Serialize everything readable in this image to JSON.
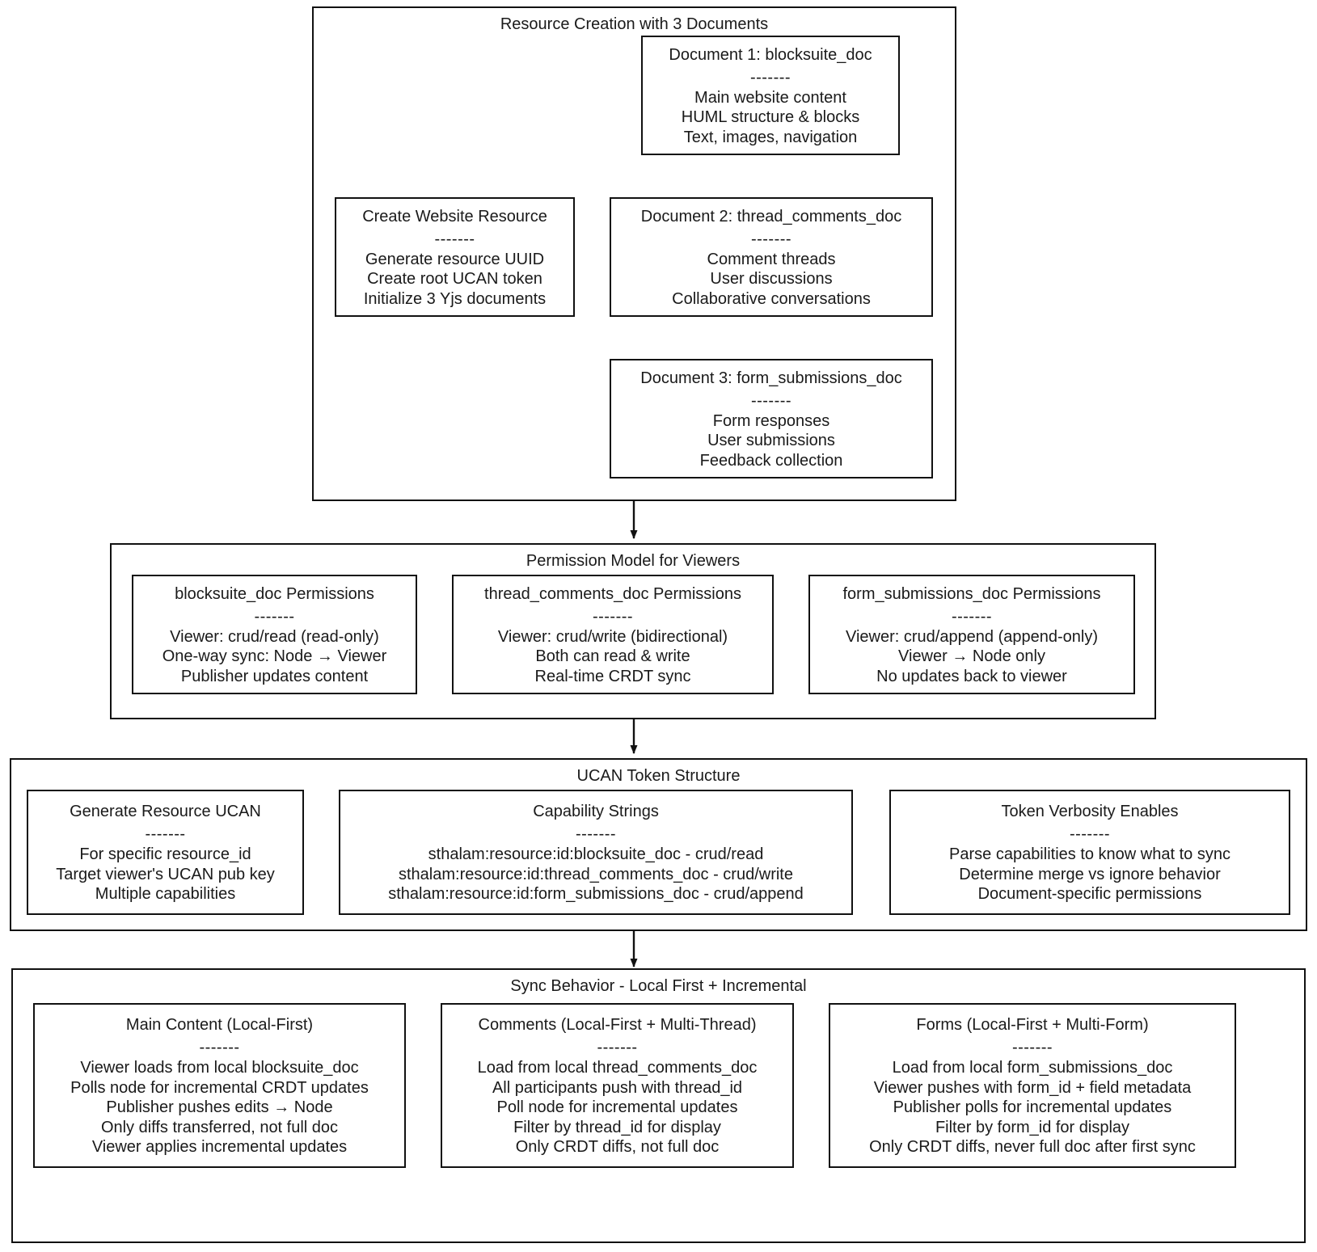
{
  "diagram": {
    "separator": "-------",
    "sections": [
      {
        "id": "resource-creation",
        "title": "Resource Creation with 3 Documents",
        "nodes": [
          {
            "id": "create-website-resource",
            "title": "Create Website Resource",
            "lines": [
              "Generate resource UUID",
              "Create root UCAN token",
              "Initialize 3 Yjs documents"
            ]
          },
          {
            "id": "document-1",
            "title": "Document 1: blocksuite_doc",
            "lines": [
              "Main website content",
              "HUML structure & blocks",
              "Text, images, navigation"
            ]
          },
          {
            "id": "document-2",
            "title": "Document 2: thread_comments_doc",
            "lines": [
              "Comment threads",
              "User discussions",
              "Collaborative conversations"
            ]
          },
          {
            "id": "document-3",
            "title": "Document 3: form_submissions_doc",
            "lines": [
              "Form responses",
              "User submissions",
              "Feedback collection"
            ]
          }
        ]
      },
      {
        "id": "permission-model",
        "title": "Permission Model for Viewers",
        "nodes": [
          {
            "id": "blocksuite-permissions",
            "title": "blocksuite_doc Permissions",
            "lines": [
              "Viewer: crud/read (read-only)",
              "One-way sync: Node → Viewer",
              "Publisher updates content"
            ]
          },
          {
            "id": "thread-comments-permissions",
            "title": "thread_comments_doc Permissions",
            "lines": [
              "Viewer: crud/write (bidirectional)",
              "Both can read & write",
              "Real-time CRDT sync"
            ]
          },
          {
            "id": "form-submissions-permissions",
            "title": "form_submissions_doc Permissions",
            "lines": [
              "Viewer: crud/append (append-only)",
              "Viewer → Node only",
              "No updates back to viewer"
            ]
          }
        ]
      },
      {
        "id": "ucan-token-structure",
        "title": "UCAN Token Structure",
        "nodes": [
          {
            "id": "generate-resource-ucan",
            "title": "Generate Resource UCAN",
            "lines": [
              "For specific resource_id",
              "Target viewer's UCAN pub key",
              "Multiple capabilities"
            ]
          },
          {
            "id": "capability-strings",
            "title": "Capability Strings",
            "lines": [
              "sthalam:resource:id:blocksuite_doc - crud/read",
              "sthalam:resource:id:thread_comments_doc - crud/write",
              "sthalam:resource:id:form_submissions_doc - crud/append"
            ]
          },
          {
            "id": "token-verbosity-enables",
            "title": "Token Verbosity Enables",
            "lines": [
              "Parse capabilities to know what to sync",
              "Determine merge vs ignore behavior",
              "Document-specific permissions"
            ]
          }
        ]
      },
      {
        "id": "sync-behavior",
        "title": "Sync Behavior - Local First + Incremental",
        "nodes": [
          {
            "id": "main-content-sync",
            "title": "Main Content (Local-First)",
            "lines": [
              "Viewer loads from local blocksuite_doc",
              "Polls node for incremental CRDT updates",
              "Publisher pushes edits → Node",
              "Only diffs transferred, not full doc",
              "Viewer applies incremental updates"
            ]
          },
          {
            "id": "comments-sync",
            "title": "Comments (Local-First + Multi-Thread)",
            "lines": [
              "Load from local thread_comments_doc",
              "All participants push with thread_id",
              "Poll node for incremental updates",
              "Filter by thread_id for display",
              "Only CRDT diffs, not full doc"
            ]
          },
          {
            "id": "forms-sync",
            "title": "Forms (Local-First + Multi-Form)",
            "lines": [
              "Load from local form_submissions_doc",
              "Viewer pushes with form_id + field metadata",
              "Publisher polls for incremental updates",
              "Filter by form_id for display",
              "Only CRDT diffs, never full doc after first sync"
            ]
          }
        ]
      }
    ],
    "colors": {
      "stroke": "#111111",
      "background": "#ffffff",
      "text": "#1a1a1a"
    }
  }
}
